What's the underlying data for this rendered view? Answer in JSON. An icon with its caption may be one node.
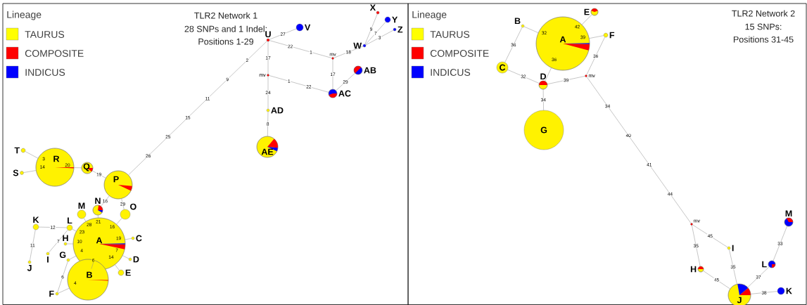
{
  "diagram": {
    "nodes": [
      {
        "text": [
          "T"
        ]
      },
      {
        "text": [
          "S"
        ]
      },
      {
        "text": [
          "R"
        ]
      },
      {
        "text": [
          "Q"
        ]
      },
      {
        "text": [
          "P"
        ]
      },
      {
        "text": [
          "N"
        ]
      },
      {
        "text": [
          "O"
        ]
      },
      {
        "text": [
          "M"
        ]
      },
      {
        "text": [
          "A"
        ]
      },
      {
        "text": [
          "K"
        ]
      },
      {
        "text": [
          "L"
        ]
      },
      {
        "text": [
          "H"
        ]
      },
      {
        "text": [
          "I"
        ]
      },
      {
        "text": [
          "J"
        ]
      },
      {
        "text": [
          "G"
        ]
      },
      {
        "text": [
          "C"
        ]
      },
      {
        "text": [
          "D"
        ]
      },
      {
        "text": [
          "E"
        ]
      },
      {
        "text": [
          "B"
        ]
      },
      {
        "text": [
          "F"
        ]
      },
      {
        "text": [
          "U"
        ]
      },
      {
        "text": [
          "V"
        ]
      },
      {
        "text": [
          "mv"
        ]
      },
      {
        "text": [
          "W"
        ]
      },
      {
        "text": [
          "X"
        ]
      },
      {
        "text": [
          "Y"
        ]
      },
      {
        "text": [
          "Z"
        ]
      },
      {
        "text": [
          "mv"
        ]
      },
      {
        "text": [
          "AB"
        ]
      },
      {
        "text": [
          "AC"
        ]
      },
      {
        "text": [
          "AD"
        ]
      },
      {
        "text": [
          "AE"
        ]
      },
      {
        "text": [
          "B"
        ]
      },
      {
        "text": [
          "E"
        ]
      },
      {
        "text": [
          "A"
        ]
      },
      {
        "text": [
          "F"
        ]
      },
      {
        "text": [
          "C"
        ]
      },
      {
        "text": [
          "D"
        ]
      },
      {
        "text": [
          "mv"
        ]
      },
      {
        "text": [
          "G"
        ]
      },
      {
        "text": [
          "mv"
        ]
      },
      {
        "text": [
          "I"
        ]
      },
      {
        "text": [
          "H"
        ]
      },
      {
        "text": [
          "M"
        ]
      },
      {
        "text": [
          "L"
        ]
      },
      {
        "text": [
          "J"
        ]
      },
      {
        "text": [
          "K"
        ]
      }
    ],
    "edges": [
      {
        "from": 2,
        "to": 0,
        "arrow": "none",
        "label": "3"
      },
      {
        "from": 2,
        "to": 1,
        "arrow": "none",
        "label": "14"
      },
      {
        "from": 2,
        "to": 3,
        "arrow": "none",
        "label": "20"
      },
      {
        "from": 3,
        "to": 4,
        "arrow": "none",
        "label": "19"
      },
      {
        "from": 4,
        "to": 20,
        "arrow": "none",
        "label": [
          "26",
          "25",
          "15",
          "11",
          "9",
          "2"
        ]
      },
      {
        "from": 4,
        "to": 5,
        "arrow": "none",
        "label": "16"
      },
      {
        "from": 4,
        "to": 6,
        "arrow": "none",
        "label": "29"
      },
      {
        "from": 8,
        "to": 7,
        "arrow": "none",
        "label": "28"
      },
      {
        "from": 8,
        "to": 5,
        "arrow": "none",
        "label": "21"
      },
      {
        "from": 8,
        "to": 6,
        "arrow": "none",
        "label": "16"
      },
      {
        "from": 8,
        "to": 10,
        "arrow": "none",
        "label": "23"
      },
      {
        "from": 8,
        "to": 11,
        "arrow": "none",
        "label": "10"
      },
      {
        "from": 8,
        "to": 14,
        "arrow": "none",
        "label": "4"
      },
      {
        "from": 8,
        "to": 15,
        "arrow": "none",
        "label": "19"
      },
      {
        "from": 8,
        "to": 16,
        "arrow": "none",
        "label": "7"
      },
      {
        "from": 8,
        "to": 17,
        "arrow": "none",
        "label": "14"
      },
      {
        "from": 8,
        "to": 18,
        "arrow": "none",
        "label": "6"
      },
      {
        "from": 10,
        "to": 9,
        "arrow": "none",
        "label": "12"
      },
      {
        "from": 9,
        "to": 13,
        "arrow": "none",
        "label": "11"
      },
      {
        "from": 10,
        "to": 12,
        "arrow": "none",
        "label": "7"
      },
      {
        "from": 14,
        "to": 19,
        "arrow": "none",
        "label": "6"
      },
      {
        "from": 18,
        "to": 19,
        "arrow": "none",
        "label": "4"
      },
      {
        "from": 20,
        "to": 21,
        "arrow": "none",
        "label": "27"
      },
      {
        "from": 20,
        "to": 22,
        "arrow": "none",
        "label": [
          "22",
          "1"
        ]
      },
      {
        "from": 22,
        "to": 23,
        "arrow": "none",
        "label": "18"
      },
      {
        "from": 23,
        "to": 24,
        "arrow": "none",
        "label": "9"
      },
      {
        "from": 23,
        "to": 25,
        "arrow": "none",
        "label": "7"
      },
      {
        "from": 23,
        "to": 26,
        "arrow": "none",
        "label": "3"
      },
      {
        "from": 22,
        "to": 29,
        "arrow": "none",
        "label": "17"
      },
      {
        "from": 20,
        "to": 27,
        "arrow": "none",
        "label": "17"
      },
      {
        "from": 27,
        "to": 29,
        "arrow": "none",
        "label": [
          "1",
          "22"
        ]
      },
      {
        "from": 29,
        "to": 28,
        "arrow": "none",
        "label": "29"
      },
      {
        "from": 27,
        "to": 30,
        "arrow": "none",
        "label": "24"
      },
      {
        "from": 30,
        "to": 31,
        "arrow": "none",
        "label": "8"
      },
      {
        "from": 34,
        "to": 32,
        "arrow": "none",
        "label": "32"
      },
      {
        "from": 32,
        "to": 36,
        "arrow": "none",
        "label": "36"
      },
      {
        "from": 36,
        "to": 37,
        "arrow": "none",
        "label": "32"
      },
      {
        "from": 34,
        "to": 37,
        "arrow": "none",
        "label": "36"
      },
      {
        "from": 34,
        "to": 33,
        "arrow": "none",
        "label": "42"
      },
      {
        "from": 34,
        "to": 35,
        "arrow": "none",
        "label": "39"
      },
      {
        "from": 37,
        "to": 38,
        "arrow": "none",
        "label": "39"
      },
      {
        "from": 35,
        "to": 38,
        "arrow": "none",
        "label": "36"
      },
      {
        "from": 37,
        "to": 39,
        "arrow": "none",
        "label": "34"
      },
      {
        "from": 38,
        "to": 40,
        "arrow": "none",
        "label": [
          "34",
          "40",
          "41",
          "44"
        ]
      },
      {
        "from": 40,
        "to": 41,
        "arrow": "none",
        "label": "45"
      },
      {
        "from": 40,
        "to": 42,
        "arrow": "none",
        "label": "35"
      },
      {
        "from": 41,
        "to": 45,
        "arrow": "none",
        "label": "35"
      },
      {
        "from": 42,
        "to": 45,
        "arrow": "none",
        "label": "45"
      },
      {
        "from": 45,
        "to": 44,
        "arrow": "none",
        "label": "37"
      },
      {
        "from": 44,
        "to": 43,
        "arrow": "none",
        "label": "33"
      },
      {
        "from": 45,
        "to": 46,
        "arrow": "none",
        "label": "38"
      }
    ],
    "labels": [
      "Lineage",
      "TLR2 Network 1",
      "28 SNPs and 1 Indel:",
      "Positions 1-29",
      "Lineage",
      "TLR2 Network 2",
      "15 SNPs:",
      "Positions 31-45"
    ],
    "legend": [
      {
        "text": "TAURUS",
        "color": "#ffff00"
      },
      {
        "text": "COMPOSITE",
        "color": "#ff0000"
      },
      {
        "text": "INDICUS",
        "color": "#0000ff"
      },
      {
        "text": "TAURUS",
        "color": "#ffff00"
      },
      {
        "text": "COMPOSITE",
        "color": "#ff0000"
      },
      {
        "text": "INDICUS",
        "color": "#0000ff"
      }
    ]
  }
}
